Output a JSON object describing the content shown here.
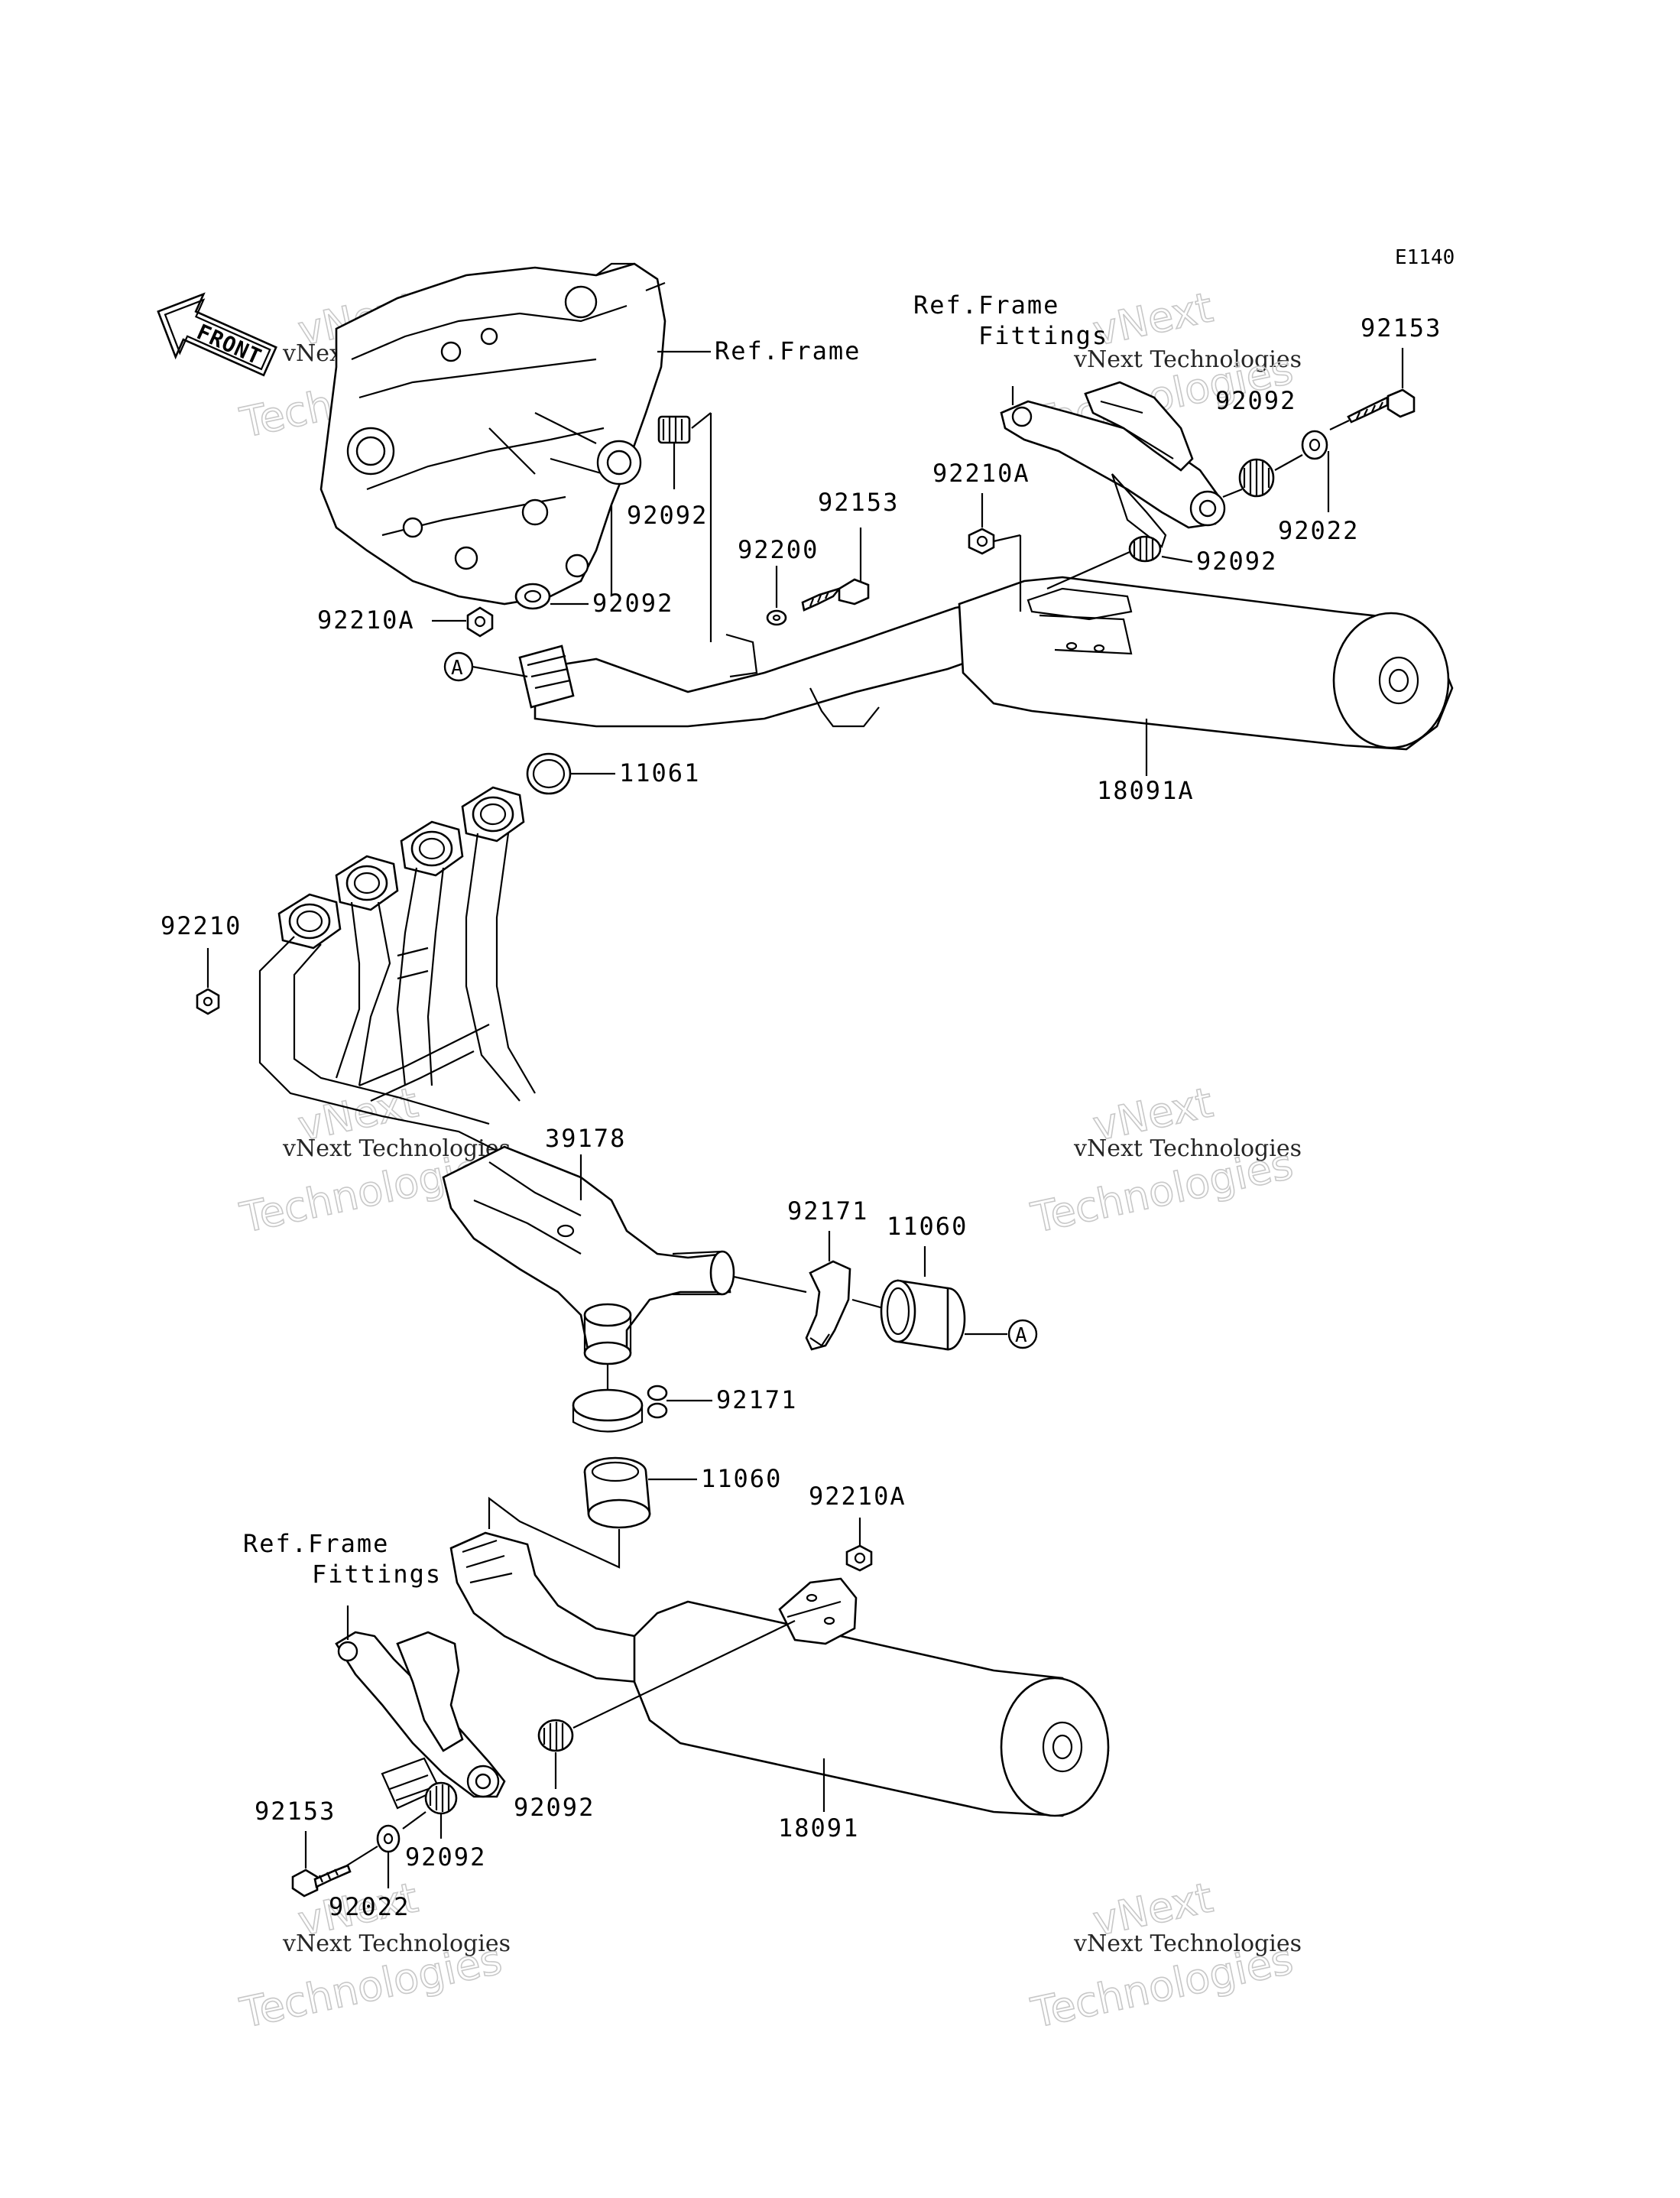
{
  "diagram_code": "E1140",
  "front_marker": "FRONT",
  "callout_ref": "A",
  "watermark": {
    "line1": "vNext Technologies",
    "line2": "vNext",
    "line3": "Technologies"
  },
  "labels": {
    "ref_frame_top": "Ref.Frame",
    "ref_frame_fittings_top_1": "Ref.Frame",
    "ref_frame_fittings_top_2": "Fittings",
    "ref_frame_fittings_bottom_1": "Ref.Frame",
    "ref_frame_fittings_bottom_2": "Fittings"
  },
  "parts": {
    "p92153_top": "92153",
    "p92092_tr": "92092",
    "p92022_top": "92022",
    "p92210A_center": "92210A",
    "p92092_right": "92092",
    "p92153_center": "92153",
    "p92200": "92200",
    "p92092_frame_upper": "92092",
    "p92092_frame_lower": "92092",
    "p92210A_left": "92210A",
    "p18091A": "18091A",
    "p11061": "11061",
    "p92210": "92210",
    "p39178": "39178",
    "p92171_right": "92171",
    "p11060_right": "11060",
    "p92171_lower": "92171",
    "p11060_lower": "11060",
    "p92210A_bottom": "92210A",
    "p92092_bottom_mid": "92092",
    "p18091": "18091",
    "p92153_bottom": "92153",
    "p92022_bottom": "92022",
    "p92092_bottom_left": "92092"
  }
}
